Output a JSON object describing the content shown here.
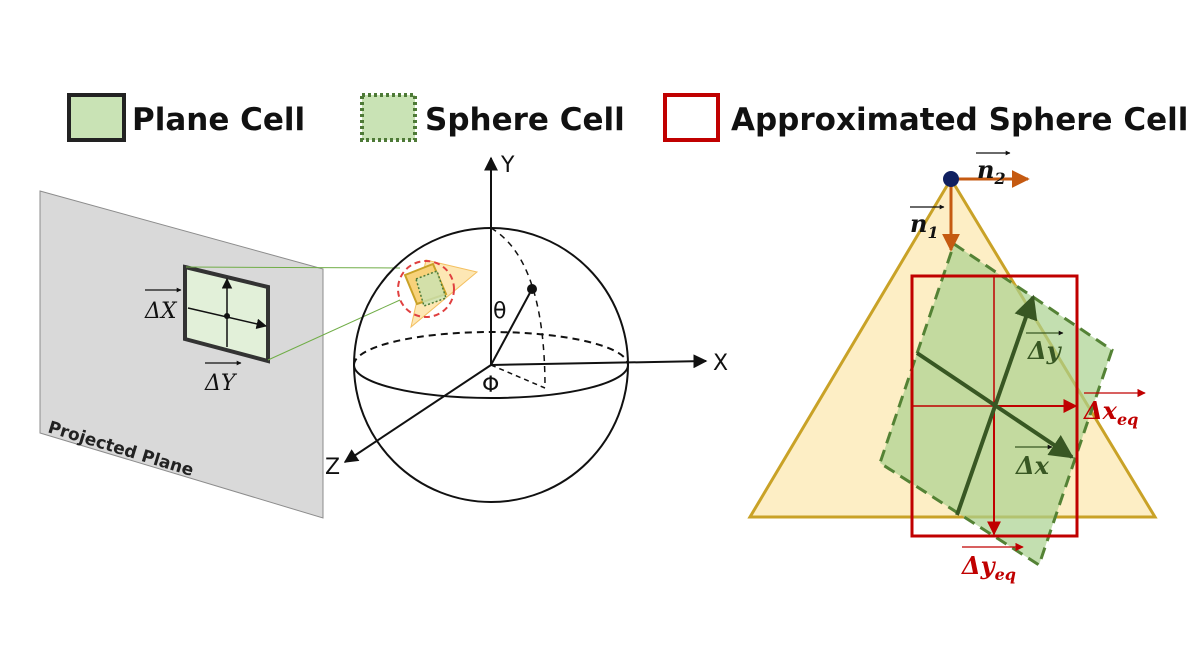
{
  "legend": {
    "plane_cell": "Plane Cell",
    "sphere_cell": "Sphere Cell",
    "approximated_sphere_cell": "Approximated Sphere Cell"
  },
  "projected_plane": {
    "label": "Projected Plane",
    "delta_x": "ΔX",
    "delta_y": "ΔY"
  },
  "sphere": {
    "axis_x": "X",
    "axis_y": "Y",
    "axis_z": "Z",
    "theta": "θ",
    "phi": "Φ"
  },
  "triangle": {
    "n1": "n",
    "n1_sub": "1",
    "n2": "n",
    "n2_sub": "2",
    "delta_y": "Δy",
    "delta_x": "Δx",
    "delta_x_eq": "Δx",
    "delta_x_eq_sub": "eq",
    "delta_y_eq": "Δy",
    "delta_y_eq_sub": "eq"
  },
  "colors": {
    "plane_cell_fill": "#c9e3b5",
    "plane_cell_stroke": "#222222",
    "sphere_cell_fill": "#c9e3b5",
    "sphere_cell_stroke": "#4e7a37",
    "approx_cell_stroke": "#c00000",
    "triangle_fill": "#fdeec5",
    "triangle_stroke": "#c9a227",
    "plane_gray": "#d9d9d9",
    "normal_arrow": "#c55a11",
    "vertex_dot": "#102060",
    "green_axis": "#385723"
  }
}
